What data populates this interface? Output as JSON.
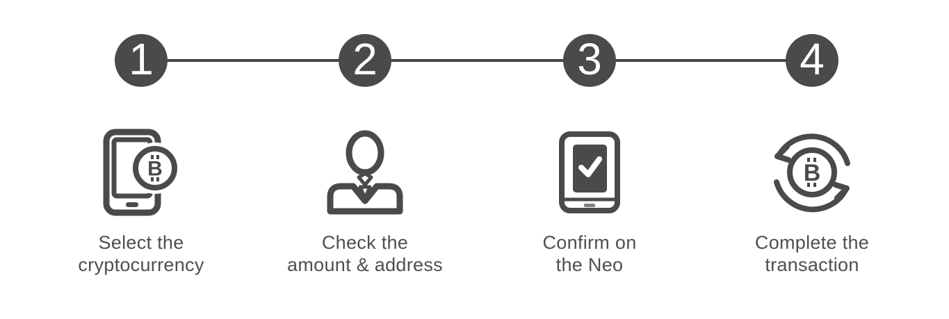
{
  "steps": [
    {
      "number": "1",
      "icon": "smartphone-bitcoin-icon",
      "label": [
        "Select the",
        "cryptocurrency"
      ]
    },
    {
      "number": "2",
      "icon": "person-icon",
      "label": [
        "Check the",
        "amount & address"
      ]
    },
    {
      "number": "3",
      "icon": "neo-device-check-icon",
      "label": [
        "Confirm on",
        "the Neo"
      ]
    },
    {
      "number": "4",
      "icon": "bitcoin-cycle-icon",
      "label": [
        "Complete the",
        "transaction"
      ]
    }
  ],
  "colors": {
    "accent": "#4a4a4a",
    "connector": "#454545",
    "label_text": "#4f4f4f",
    "number_text": "#ffffff",
    "background": "#ffffff",
    "logo_mark": "#808080"
  }
}
